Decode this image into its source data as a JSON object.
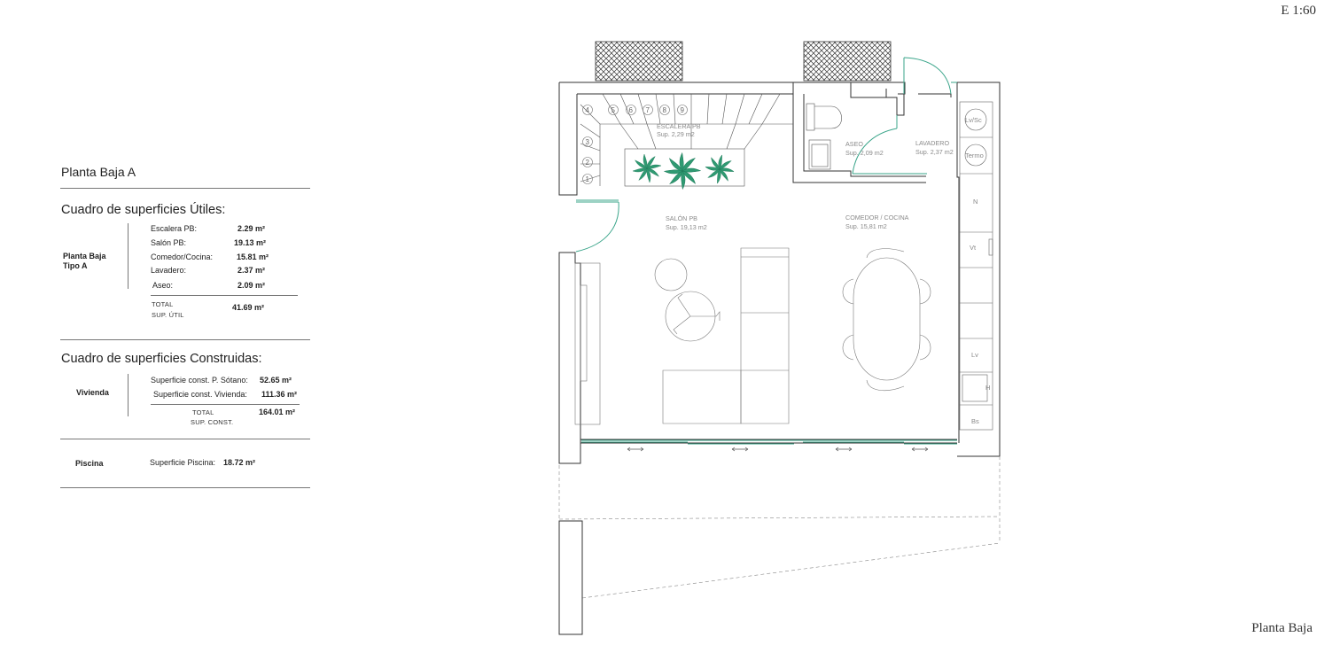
{
  "header": {
    "scale": "E 1:60"
  },
  "footer": {
    "sheet_title": "Planta Baja"
  },
  "panel": {
    "title": "Planta Baja A",
    "utiles": {
      "heading": "Cuadro de superficies Útiles:",
      "group_label_1": "Planta Baja",
      "group_label_2": "Tipo A",
      "rows": [
        {
          "label": "Escalera PB:",
          "value": "2.29 m²"
        },
        {
          "label": "Salón PB:",
          "value": "19.13 m²"
        },
        {
          "label": "Comedor/Cocina:",
          "value": "15.81 m²"
        },
        {
          "label": "Lavadero:",
          "value": "2.37 m²"
        },
        {
          "label": "Aseo:",
          "value": "2.09 m²"
        }
      ],
      "total_label_1": "TOTAL",
      "total_label_2": "SUP. ÚTIL",
      "total_value": "41.69 m²"
    },
    "construidas": {
      "heading": "Cuadro de superficies Construidas:",
      "group_label": "Vivienda",
      "rows": [
        {
          "label": "Superficie const. P. Sótano:",
          "value": "52.65 m²"
        },
        {
          "label": "Superficie const. Vivienda:",
          "value": "111.36 m²"
        }
      ],
      "total_label_1": "TOTAL",
      "total_label_2": "SUP. CONST.",
      "total_value": "164.01 m²"
    },
    "piscina": {
      "group_label": "Piscina",
      "label": "Superficie Piscina:",
      "value": "18.72 m²"
    }
  },
  "plan": {
    "rooms": [
      {
        "name": "ESCALERA PB",
        "area": "Sup. 2,29 m2"
      },
      {
        "name": "ASEO",
        "area": "Sup. 2,09 m2"
      },
      {
        "name": "LAVADERO",
        "area": "Sup. 2,37 m2"
      },
      {
        "name": "SALÓN PB",
        "area": "Sup. 19,13 m2"
      },
      {
        "name": "COMEDOR / COCINA",
        "area": "Sup. 15,81 m2"
      }
    ],
    "appliances": [
      "Lv/Sc",
      "Termo",
      "N",
      "Vt",
      "Lv",
      "H",
      "Bs"
    ],
    "stair_numbers": [
      "1",
      "2",
      "3",
      "4",
      "5",
      "6",
      "7",
      "8",
      "9"
    ],
    "colors": {
      "glazing": "#3aa58a",
      "walls": "#333333",
      "plant": "#2f9a72"
    }
  }
}
